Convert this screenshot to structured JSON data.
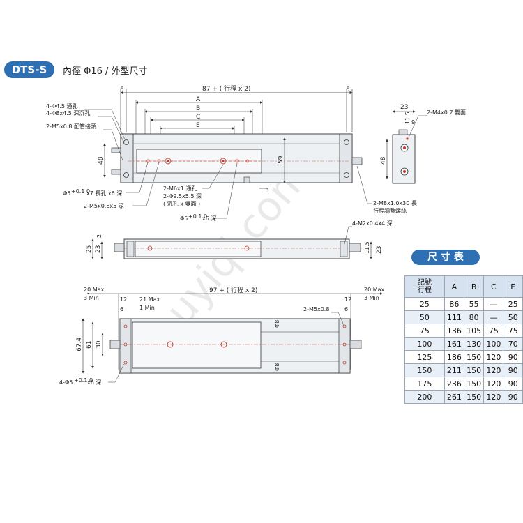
{
  "header": {
    "badge": "DTS-S",
    "subtitle": "內徑 Φ16 / 外型尺寸"
  },
  "top_view": {
    "dim_left": "5",
    "dim_total": "87 + ( 行程 x 2)",
    "dim_right": "5",
    "A": "A",
    "B": "B",
    "C": "C",
    "E": "E",
    "h48": "48",
    "h59": "59",
    "d3": "3",
    "n1": "4-Φ4.5 通孔",
    "n2": "4-Φ8x4.5 深沉孔",
    "n3": "2-M5x0.8 配管接頭",
    "n4": "Φ5",
    "n4b": "x7 長孔 x6 深",
    "n5": "2-M5x0.8x5 深",
    "n6": "2-M6x1 通孔",
    "n7": "2-Φ9.5x5.5 深",
    "n8": "( 沉孔 x 雙面 )",
    "n9": "Φ5",
    "n9b": "x6 深",
    "tol": "+0.1 0"
  },
  "side_view": {
    "d23": "23",
    "d11_5": "11.5",
    "d9": "9",
    "h48": "48",
    "n1": "2-M4x0.7 雙面",
    "n2": "2-M8x1.0x30 長",
    "n3": "行程調整螺絲"
  },
  "front_view": {
    "d2": "2",
    "d25": "25",
    "d23": "23",
    "d11_5": "11.5",
    "d23b": "23",
    "n1": "4-M2x0.4x4 深"
  },
  "bottom_view": {
    "max20a": "20 Max",
    "min3a": "3 Min",
    "d12a": "12",
    "d6a": "6",
    "max21": "21 Max",
    "min1": "1 Min",
    "dim_total": "97 + ( 行程 x 2)",
    "max20b": "20 Max",
    "min3b": "3 Min",
    "d12b": "12",
    "d6b": "6",
    "h67": "67.4",
    "h61": "61",
    "h30": "30",
    "phi8a": "Φ8",
    "phi8b": "Φ8",
    "n1": "2-M5x0.8",
    "n2": "4-Φ5",
    "n2b": "x6 深",
    "tol": "+0.1 0"
  },
  "watermark": "uyiqi.com",
  "size_table": {
    "title": "尺 寸 表",
    "corner_top": "記號",
    "corner_bottom": "行程",
    "columns": [
      "A",
      "B",
      "C",
      "E"
    ],
    "rows": [
      {
        "stroke": "25",
        "A": "86",
        "B": "55",
        "C": "—",
        "E": "25"
      },
      {
        "stroke": "50",
        "A": "111",
        "B": "80",
        "C": "—",
        "E": "50"
      },
      {
        "stroke": "75",
        "A": "136",
        "B": "105",
        "C": "75",
        "E": "75"
      },
      {
        "stroke": "100",
        "A": "161",
        "B": "130",
        "C": "100",
        "E": "70"
      },
      {
        "stroke": "125",
        "A": "186",
        "B": "150",
        "C": "120",
        "E": "90"
      },
      {
        "stroke": "150",
        "A": "211",
        "B": "150",
        "C": "120",
        "E": "90"
      },
      {
        "stroke": "175",
        "A": "236",
        "B": "150",
        "C": "120",
        "E": "90"
      },
      {
        "stroke": "200",
        "A": "261",
        "B": "150",
        "C": "120",
        "E": "90"
      }
    ]
  },
  "colors": {
    "accent": "#2f6fb3",
    "body_fill": "#eef1f4",
    "outline": "#333333",
    "hole": "#c0392b"
  }
}
